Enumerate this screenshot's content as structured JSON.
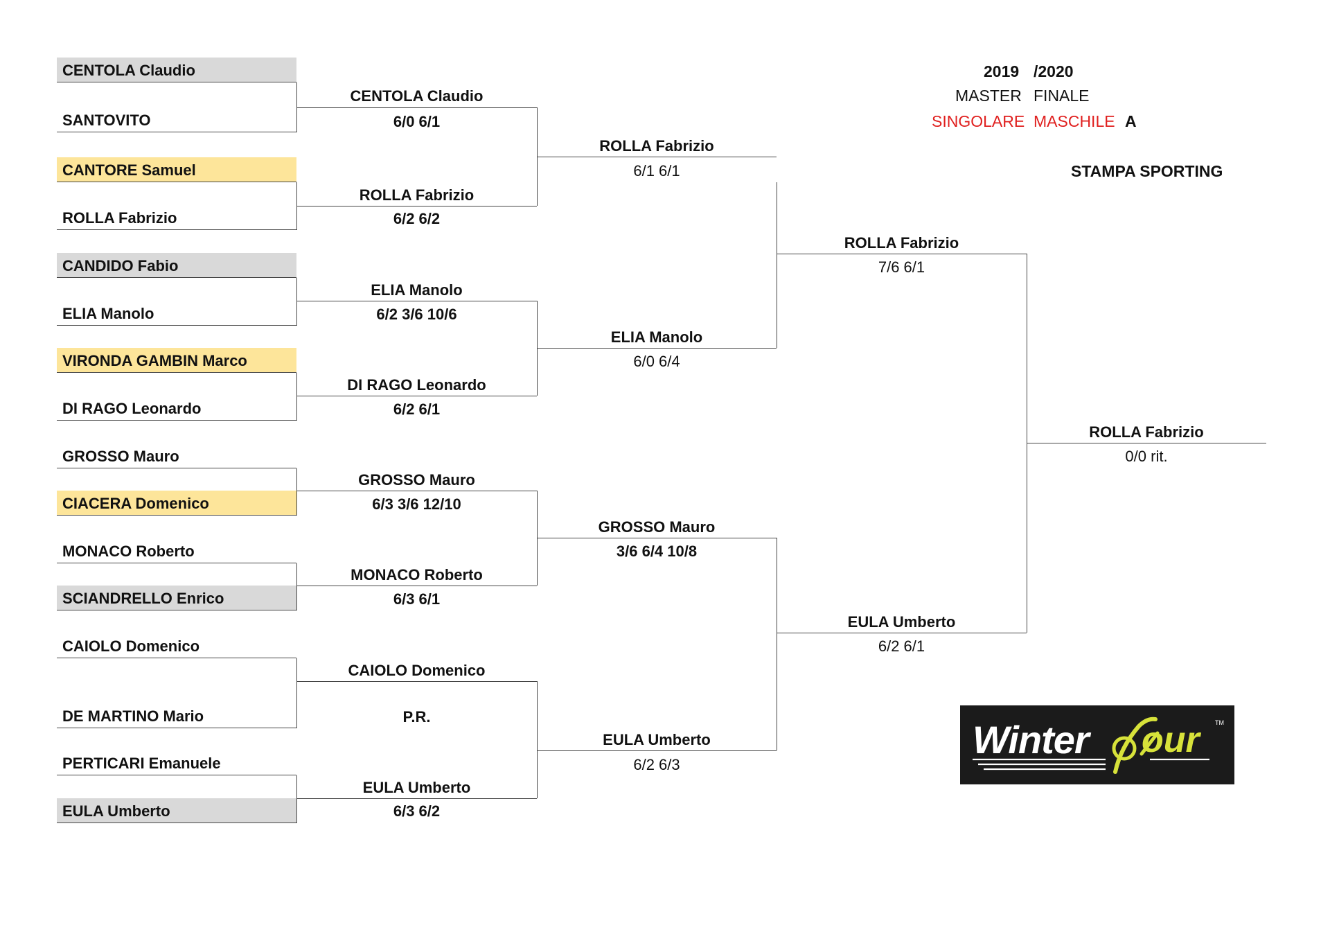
{
  "header": {
    "year_left": "2019",
    "year_right": "/2020",
    "master": "MASTER",
    "finale": "FINALE",
    "singolare": "SINGOLARE",
    "maschile": "MASCHILE",
    "category": "A",
    "venue": "STAMPA SPORTING",
    "accent_color": "#e0201f"
  },
  "round1": [
    "CENTOLA Claudio",
    "SANTOVITO",
    "CANTORE Samuel",
    "ROLLA Fabrizio",
    "CANDIDO Fabio",
    "ELIA Manolo",
    "VIRONDA GAMBIN Marco",
    "DI RAGO Leonardo",
    "GROSSO Mauro",
    "CIACERA Domenico",
    "MONACO Roberto",
    "SCIANDRELLO Enrico",
    "CAIOLO Domenico",
    "DE MARTINO  Mario",
    "PERTICARI Emanuele",
    "EULA Umberto"
  ],
  "round2": [
    {
      "winner": "CENTOLA Claudio",
      "score": "6/0 6/1"
    },
    {
      "winner": "ROLLA Fabrizio",
      "score": "6/2 6/2"
    },
    {
      "winner": "ELIA Manolo",
      "score": "6/2 3/6 10/6"
    },
    {
      "winner": "DI RAGO Leonardo",
      "score": "6/2 6/1"
    },
    {
      "winner": "GROSSO Mauro",
      "score": "6/3 3/6 12/10"
    },
    {
      "winner": "MONACO Roberto",
      "score": "6/3 6/1"
    },
    {
      "winner": "CAIOLO Domenico",
      "score": "P.R."
    },
    {
      "winner": "EULA Umberto",
      "score": "6/3 6/2"
    }
  ],
  "quarterfinals": [
    {
      "winner": "ROLLA Fabrizio",
      "score": "6/1 6/1"
    },
    {
      "winner": "ELIA Manolo",
      "score": "6/0 6/4"
    },
    {
      "winner": "GROSSO Mauro",
      "score": "3/6 6/4 10/8"
    },
    {
      "winner": "EULA Umberto",
      "score": "6/2 6/3"
    }
  ],
  "semifinals": [
    {
      "winner": "ROLLA Fabrizio",
      "score": "7/6 6/1"
    },
    {
      "winner": "EULA Umberto",
      "score": "6/2 6/1"
    }
  ],
  "final": {
    "winner": "ROLLA Fabrizio",
    "score": "0/0 rit."
  },
  "logo": {
    "text_a": "Winter",
    "text_b": "our",
    "tm": "TM",
    "accent": "#d7e23a"
  }
}
